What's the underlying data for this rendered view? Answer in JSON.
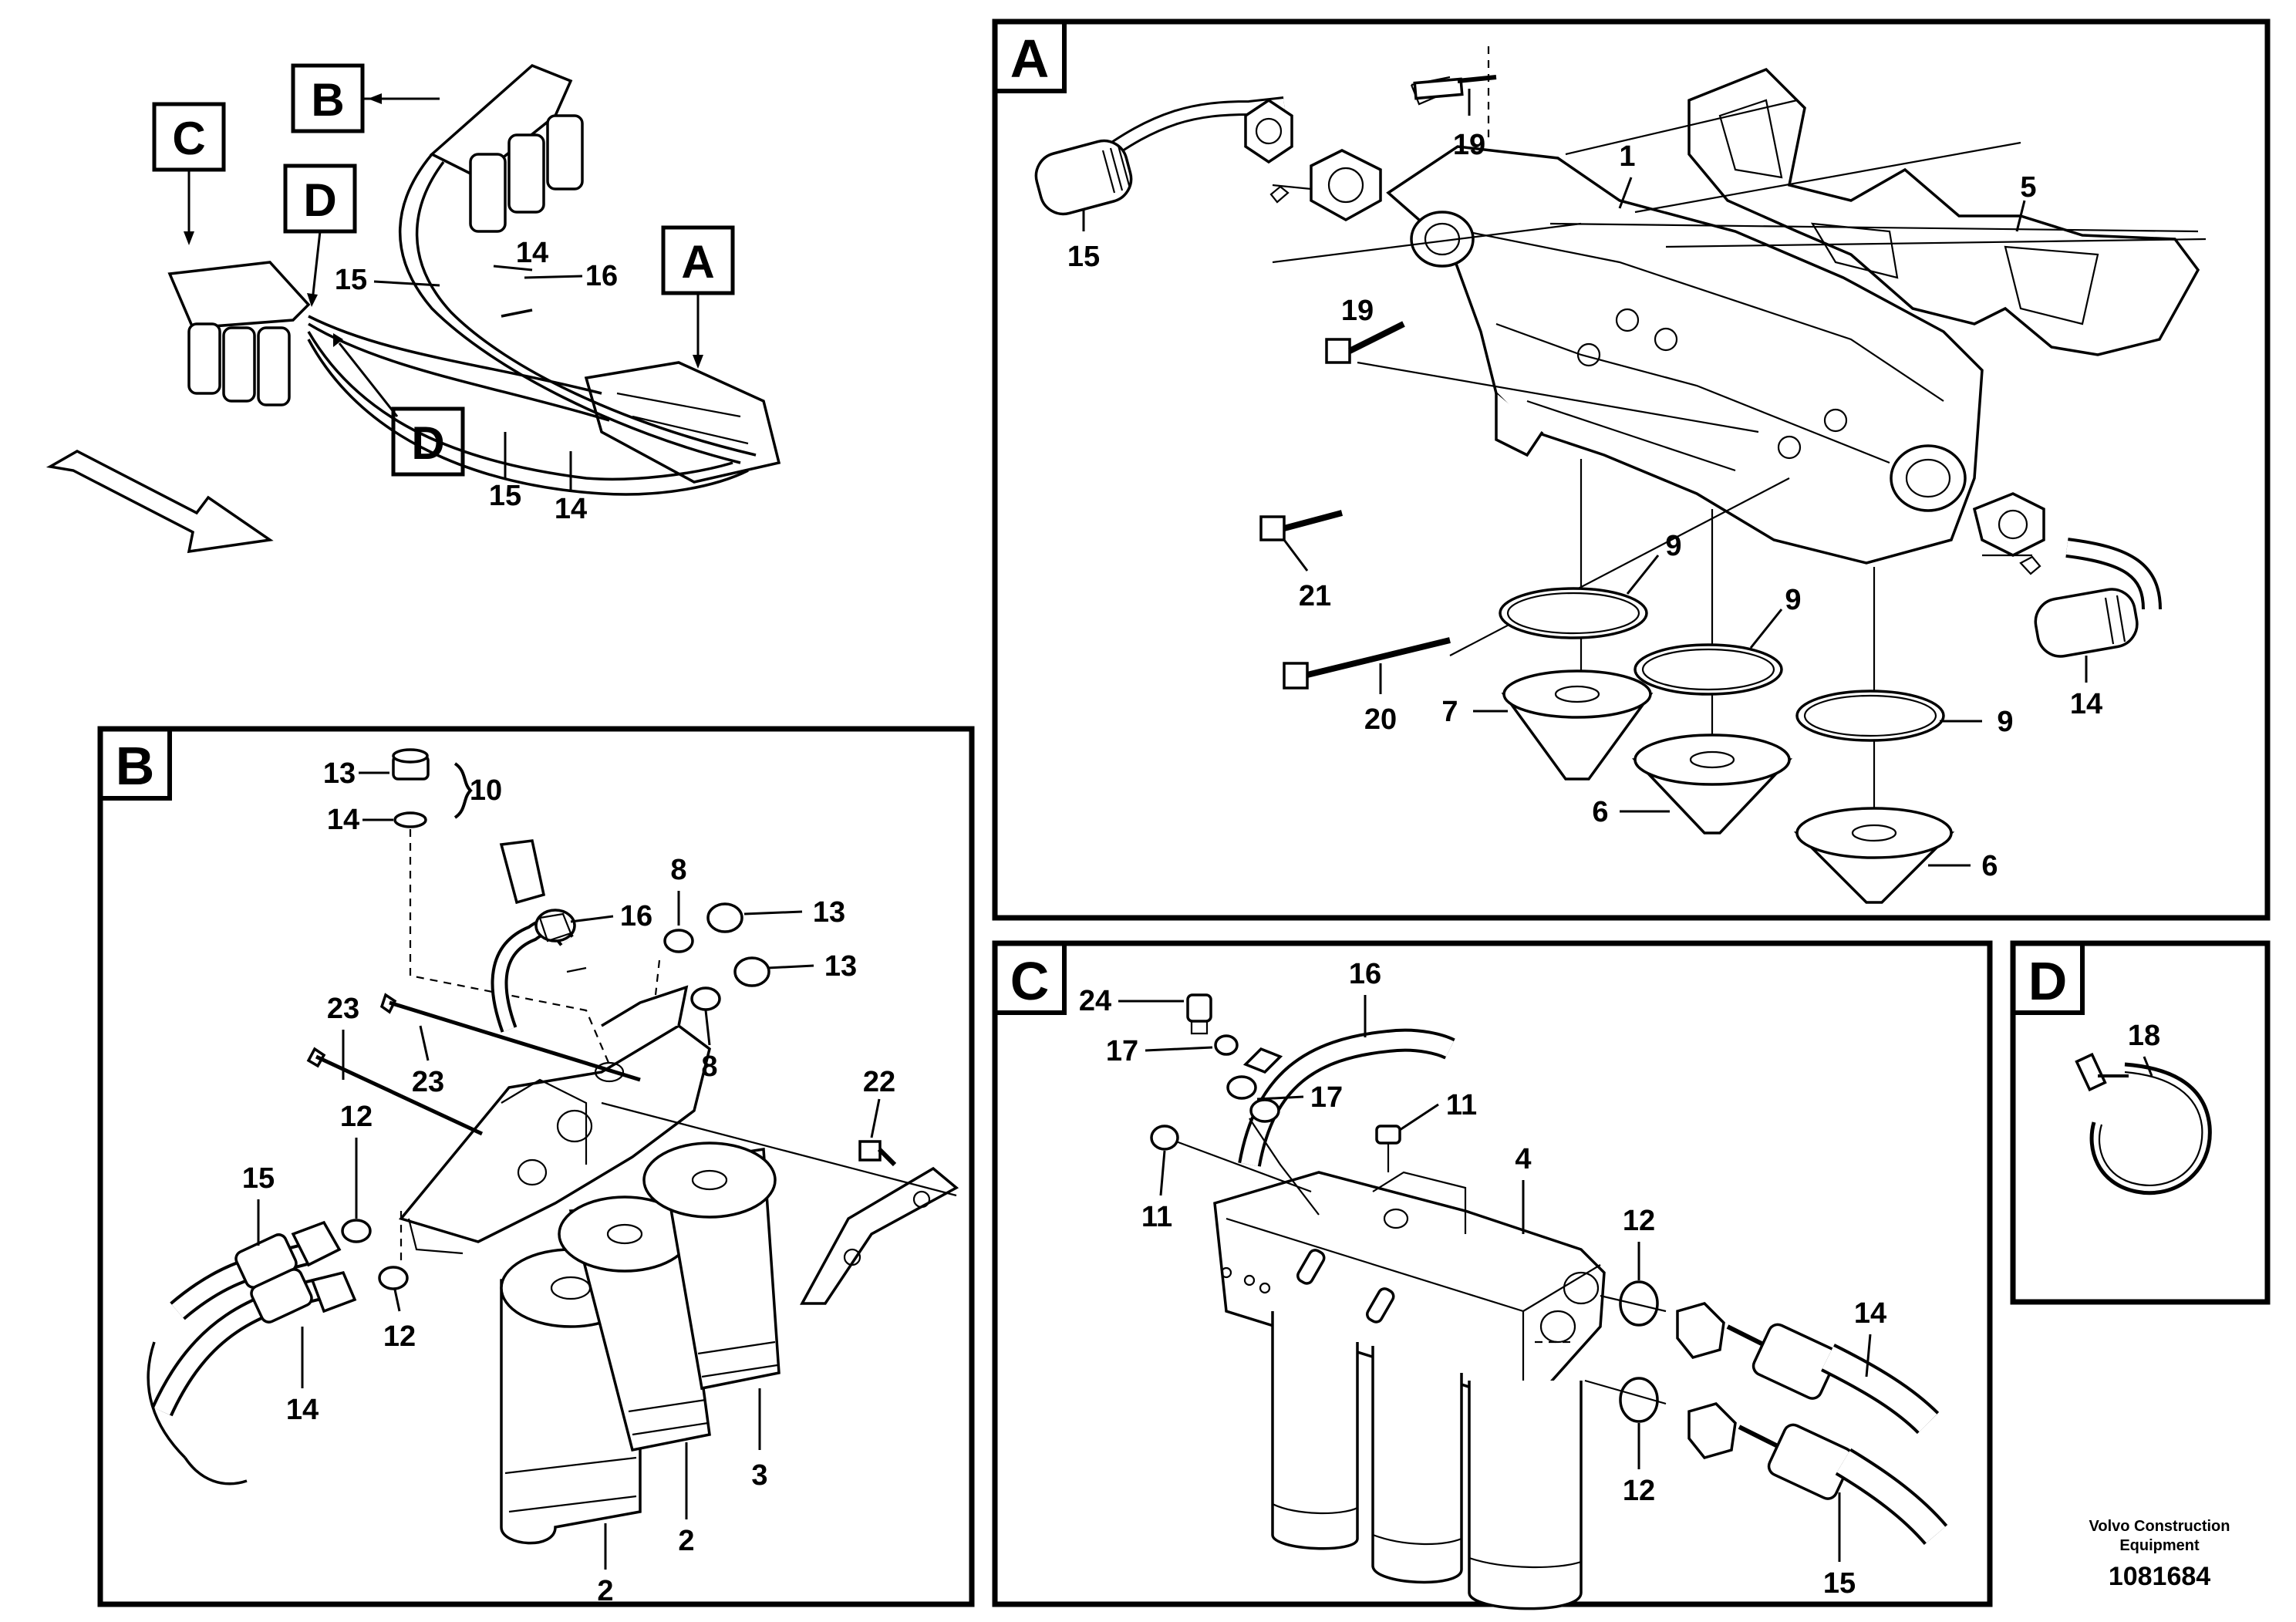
{
  "overview": {
    "callouts": [
      "A",
      "B",
      "C",
      "D",
      "D"
    ],
    "labels": [
      "14",
      "15",
      "16",
      "15",
      "14"
    ]
  },
  "panels": {
    "A": {
      "letter": "A",
      "labels": [
        "19",
        "1",
        "5",
        "15",
        "19",
        "21",
        "9",
        "9",
        "9",
        "20",
        "7",
        "6",
        "6",
        "14"
      ]
    },
    "B": {
      "letter": "B",
      "labels": [
        "13",
        "14",
        "10",
        "8",
        "16",
        "13",
        "13",
        "8",
        "23",
        "23",
        "22",
        "12",
        "15",
        "12",
        "14",
        "3",
        "2",
        "2"
      ]
    },
    "C": {
      "letter": "C",
      "labels": [
        "16",
        "24",
        "17",
        "17",
        "11",
        "11",
        "4",
        "12",
        "14",
        "12",
        "15"
      ]
    },
    "D": {
      "letter": "D",
      "labels": [
        "18"
      ]
    }
  },
  "footer": {
    "brand_line1": "Volvo Construction",
    "brand_line2": "Equipment",
    "drawing_number": "1081684"
  }
}
